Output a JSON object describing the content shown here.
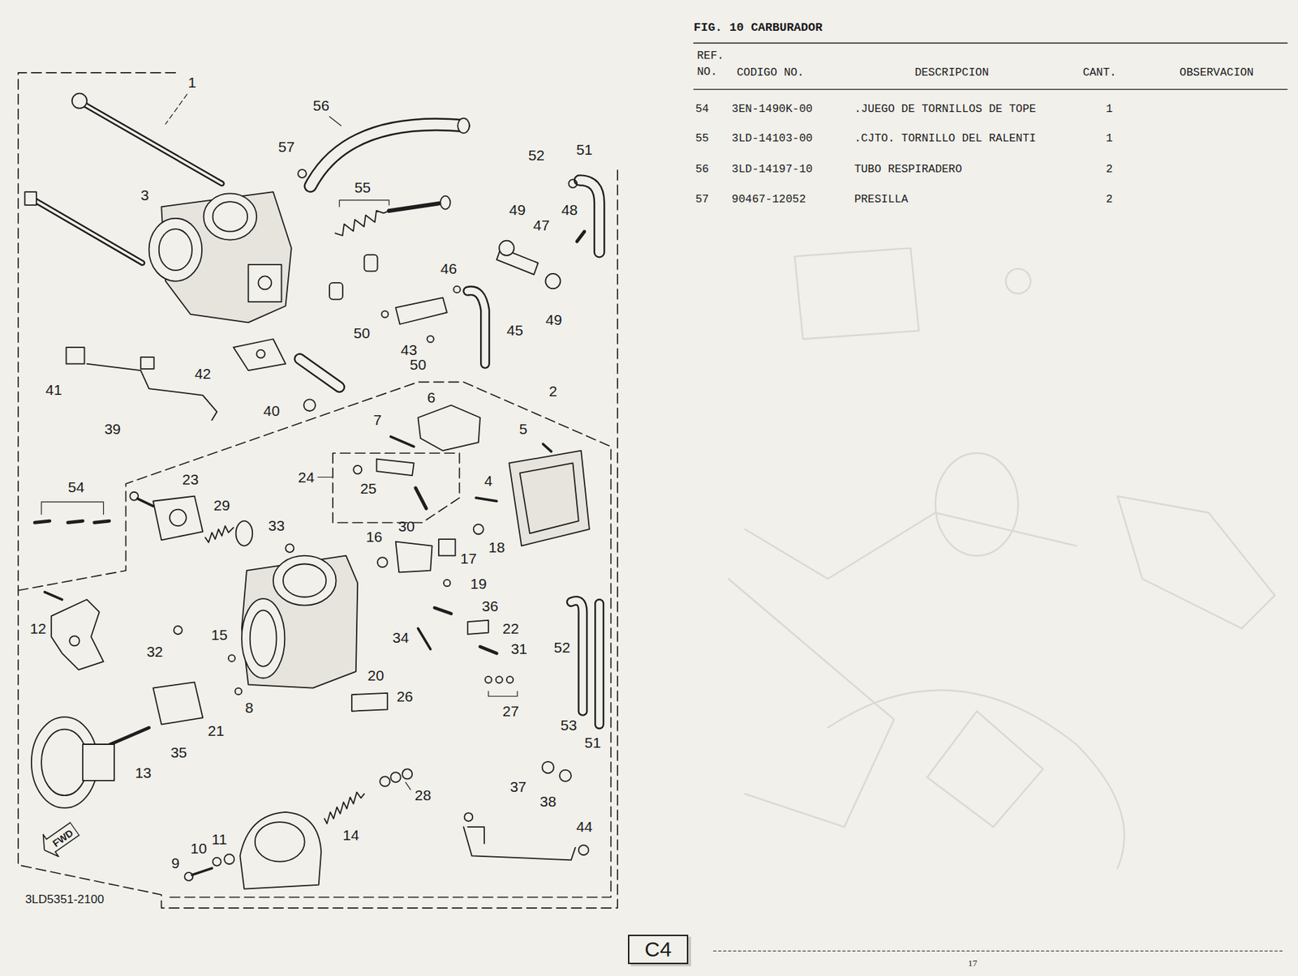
{
  "diagram": {
    "title": "FIG. 10 CARBURADOR",
    "nodes": [
      {
        "text": [
          "FWD"
        ]
      },
      {
        "text": [
          "C4"
        ]
      }
    ],
    "labels": [
      "REF. NO.",
      "CODIGO NO.",
      "DESCRIPCION",
      "CANT.",
      "OBSERVACION",
      "54",
      "3EN-1490K-00",
      ".JUEGO DE TORNILLOS DE TOPE",
      "1",
      "55",
      "3LD-14103-00",
      ".CJTO. TORNILLO DEL RALENTI",
      "1",
      "56",
      "3LD-14197-10",
      "TUBO RESPIRADERO",
      "2",
      "57",
      "90467-12052",
      "PRESILLA",
      "2",
      "1",
      "56",
      "57",
      "51",
      "52",
      "3",
      "55",
      "49",
      "48",
      "47",
      "46",
      "49",
      "45",
      "50",
      "43",
      "50",
      "42",
      "2",
      "41",
      "6",
      "40",
      "7",
      "5",
      "39",
      "24",
      "25",
      "23",
      "4",
      "54",
      "29",
      "33",
      "30",
      "16",
      "18",
      "17",
      "19",
      "12",
      "36",
      "22",
      "32",
      "15",
      "34",
      "31",
      "52",
      "20",
      "8",
      "26",
      "21",
      "27",
      "53",
      "35",
      "51",
      "13",
      "37",
      "38",
      "28",
      "44",
      "14",
      "11",
      "10",
      "9",
      "3LD5351-2100",
      "17"
    ]
  }
}
